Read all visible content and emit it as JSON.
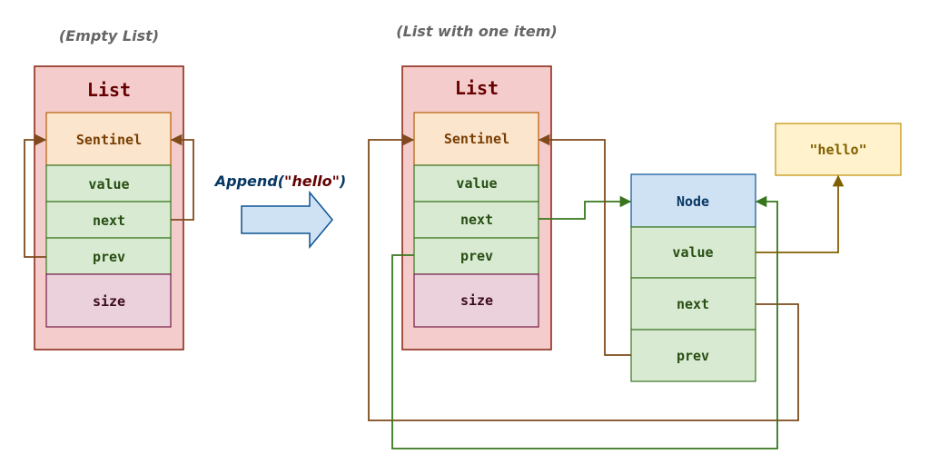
{
  "captions": {
    "left": "(Empty List)",
    "right": "(List with one item)"
  },
  "operation": {
    "func": "Append(",
    "arg": "\"hello\"",
    "close": ")"
  },
  "list_struct": {
    "title": "List",
    "fields": [
      "Sentinel",
      "value",
      "next",
      "prev",
      "size"
    ]
  },
  "node_struct": {
    "title": "Node",
    "fields": [
      "value",
      "next",
      "prev"
    ]
  },
  "value_box": {
    "text": "\"hello\""
  },
  "colors": {
    "list_fill": "#f4cccc",
    "list_border": "#85200c",
    "list_title": "#660000",
    "sentinel_fill": "#fce5cd",
    "sentinel_border": "#b45f06",
    "sentinel_text": "#783f04",
    "field_fill": "#d9ead3",
    "field_border": "#38761d",
    "field_text": "#274e13",
    "size_fill": "#ead1dc",
    "size_border": "#741b47",
    "size_text": "#3d0a1f",
    "node_fill": "#cfe2f3",
    "node_border": "#0b5394",
    "node_text": "#073763",
    "hello_fill": "#fff2cc",
    "hello_border": "#bf9000",
    "hello_text": "#7f6000",
    "arrow_brown": "#7f4a1c",
    "arrow_green": "#38761d",
    "arrow_olive": "#7f6000",
    "big_arrow_fill": "#cfe2f3",
    "big_arrow_border": "#0b5394",
    "func_text": "#073763",
    "arg_text": "#660000",
    "caption_text": "#666666"
  }
}
